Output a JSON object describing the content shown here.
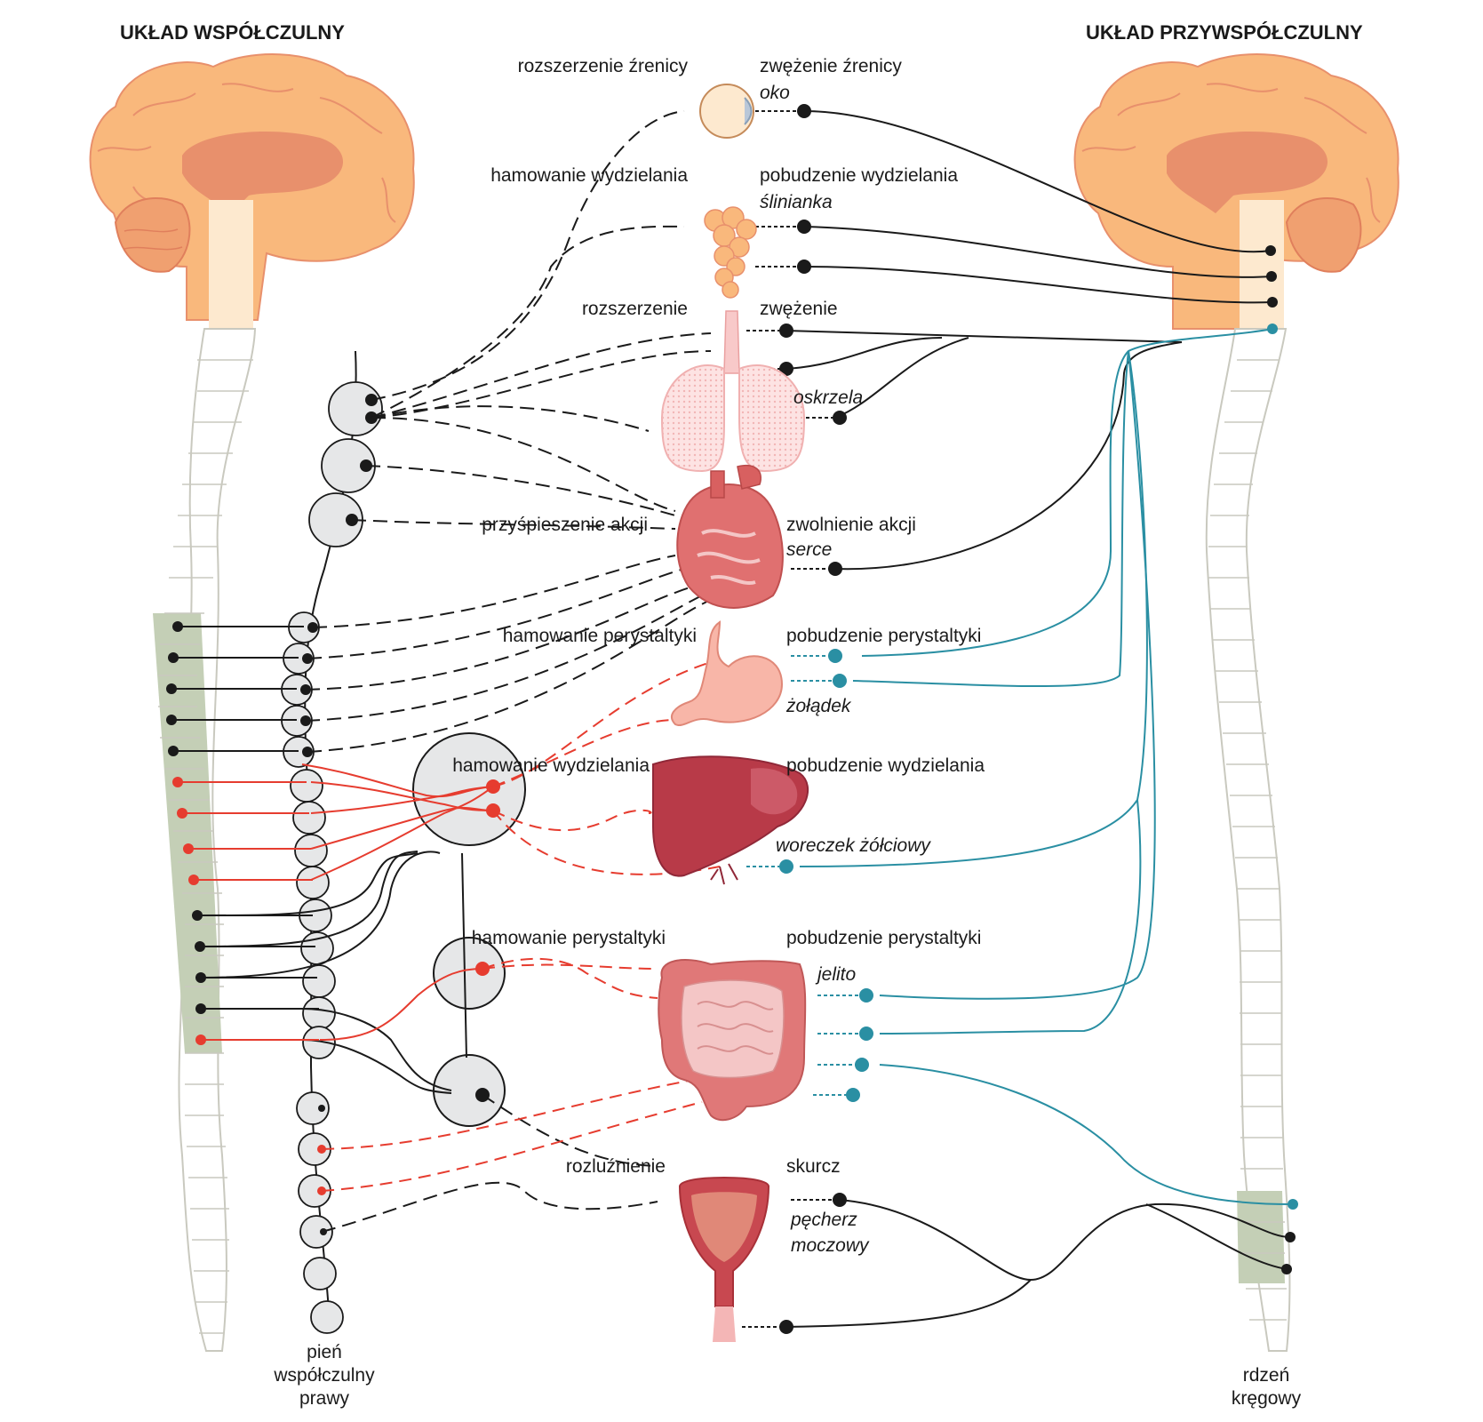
{
  "headers": {
    "sympathetic": "UKŁAD WSPÓŁCZULNY",
    "parasympathetic": "UKŁAD PRZYWSPÓŁCZULNY"
  },
  "organs": {
    "eye": {
      "name": "oko",
      "sympathetic": "rozszerzenie źrenicy",
      "parasympathetic": "zwężenie źrenicy"
    },
    "salivary": {
      "name": "ślinianka",
      "sympathetic": "hamowanie wydzielania",
      "parasympathetic": "pobudzenie wydzielania"
    },
    "bronchi": {
      "name": "oskrzela",
      "sympathetic": "rozszerzenie",
      "parasympathetic": "zwężenie"
    },
    "heart": {
      "name": "serce",
      "sympathetic": "przyśpieszenie akcji",
      "parasympathetic": "zwolnienie akcji"
    },
    "stomach": {
      "name": "żołądek",
      "sympathetic": "hamowanie perystaltyki",
      "parasympathetic": "pobudzenie perystaltyki"
    },
    "gallbladder": {
      "name": "woreczek żółciowy",
      "sympathetic": "hamowanie wydzielania",
      "parasympathetic": "pobudzenie wydzielania"
    },
    "intestine": {
      "name": "jelito",
      "sympathetic": "hamowanie perystaltyki",
      "parasympathetic": "pobudzenie perystaltyki"
    },
    "bladder": {
      "name_line1": "pęcherz",
      "name_line2": "moczowy",
      "sympathetic": "rozluźnienie",
      "parasympathetic": "skurcz"
    }
  },
  "bottom_labels": {
    "trunk_line1": "pień",
    "trunk_line2": "współczulny",
    "trunk_line3": "prawy",
    "cord_line1": "rdzeń",
    "cord_line2": "kręgowy"
  },
  "colors": {
    "brain": "#f9b87c",
    "brain_inner": "#e8906c",
    "spine_segment": "#c4cfb6",
    "sympathetic_red": "#e63c2f",
    "parasympathetic_teal": "#2a8fa3",
    "ganglion_fill": "#e6e7e8"
  }
}
